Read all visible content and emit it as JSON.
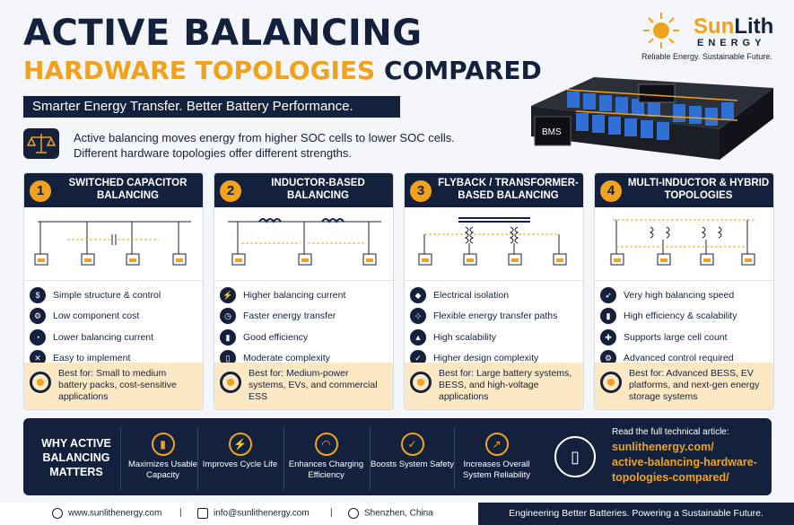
{
  "header": {
    "title_line1": "ACTIVE BALANCING",
    "title_line2_highlight": "HARDWARE TOPOLOGIES",
    "title_line2_rest": "COMPARED",
    "banner": "Smarter Energy Transfer. Better Battery Performance.",
    "intro_line1": "Active balancing moves energy from higher SOC cells to lower SOC cells.",
    "intro_line2": "Different hardware topologies offer different strengths."
  },
  "logo": {
    "brand_sun": "Sun",
    "brand_lith": "Lith",
    "energy": "ENERGY",
    "tagline": "Reliable Energy. Sustainable Future."
  },
  "pack_label": "BMS",
  "cards": [
    {
      "num": "1",
      "title": "SWITCHED CAPACITOR BALANCING",
      "features": [
        {
          "icon": "dollar-icon",
          "glyph": "$",
          "text": "Simple structure & control"
        },
        {
          "icon": "gear-icon",
          "glyph": "⚙",
          "text": "Low component cost"
        },
        {
          "icon": "gauge-icon",
          "glyph": "◔",
          "text": "Lower balancing current"
        },
        {
          "icon": "tools-icon",
          "glyph": "✕",
          "text": "Easy to implement"
        }
      ],
      "best": "Best for: Small to medium battery packs, cost-sensitive applications"
    },
    {
      "num": "2",
      "title": "INDUCTOR-BASED BALANCING",
      "features": [
        {
          "icon": "bolt-icon",
          "glyph": "⚡",
          "text": "Higher balancing current"
        },
        {
          "icon": "clock-icon",
          "glyph": "◷",
          "text": "Faster energy transfer"
        },
        {
          "icon": "bars-icon",
          "glyph": "▮",
          "text": "Good efficiency"
        },
        {
          "icon": "thermometer-icon",
          "glyph": "▯",
          "text": "Moderate complexity"
        }
      ],
      "best": "Best for: Medium-power systems, EVs, and commercial ESS"
    },
    {
      "num": "3",
      "title": "FLYBACK / TRANSFORMER-BASED BALANCING",
      "features": [
        {
          "icon": "shield-icon",
          "glyph": "◆",
          "text": "Electrical isolation"
        },
        {
          "icon": "network-icon",
          "glyph": "⊹",
          "text": "Flexible energy transfer paths"
        },
        {
          "icon": "scale-up-icon",
          "glyph": "▲",
          "text": "High scalability"
        },
        {
          "icon": "check-shield-icon",
          "glyph": "✓",
          "text": "Higher design complexity"
        }
      ],
      "best": "Best for: Large battery systems, BESS, and high-voltage applications"
    },
    {
      "num": "4",
      "title": "MULTI-INDUCTOR & HYBRID TOPOLOGIES",
      "features": [
        {
          "icon": "rocket-icon",
          "glyph": "➶",
          "text": "Very high balancing speed"
        },
        {
          "icon": "chart-icon",
          "glyph": "▮",
          "text": "High efficiency & scalability"
        },
        {
          "icon": "puzzle-icon",
          "glyph": "✚",
          "text": "Supports large cell count"
        },
        {
          "icon": "cog-icon",
          "glyph": "⚙",
          "text": "Advanced control required"
        }
      ],
      "best": "Best for: Advanced BESS, EV platforms, and next-gen energy storage systems"
    }
  ],
  "why": {
    "title": "WHY ACTIVE BALANCING MATTERS",
    "benefits": [
      {
        "icon": "battery-icon",
        "glyph": "▮",
        "label": "Maximizes Usable Capacity"
      },
      {
        "icon": "cycle-bolt-icon",
        "glyph": "⚡",
        "label": "Improves Cycle Life"
      },
      {
        "icon": "speedometer-icon",
        "glyph": "◠",
        "label": "Enhances Charging Efficiency"
      },
      {
        "icon": "safety-shield-icon",
        "glyph": "✓",
        "label": "Boosts System Safety"
      },
      {
        "icon": "growth-chart-icon",
        "glyph": "↗",
        "label": "Increases Overall System Reliability"
      }
    ],
    "article_header": "Read the full technical article:",
    "article_link_1": "sunlithenergy.com/",
    "article_link_2": "active-balancing-hardware-",
    "article_link_3": "topologies-compared/"
  },
  "footer": {
    "website": "www.sunlithenergy.com",
    "email": "info@sunlithenergy.com",
    "location": "Shenzhen, China",
    "separator": "|",
    "tagline": "Engineering Better Batteries. Powering a Sustainable Future."
  },
  "colors": {
    "navy": "#14213d",
    "orange": "#f0a21c",
    "cream": "#fce8c2"
  }
}
